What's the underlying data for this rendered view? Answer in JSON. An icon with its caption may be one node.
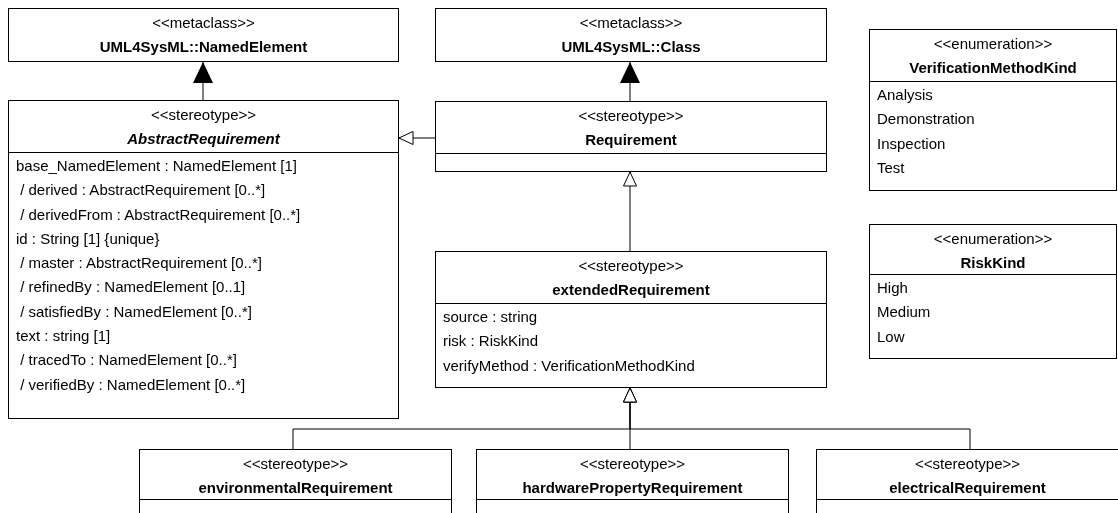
{
  "diagram": {
    "nodes": [
      {
        "text": [
          "<<metaclass>>",
          "UML4SysML::NamedElement"
        ]
      },
      {
        "text": [
          "<<metaclass>>",
          "UML4SysML::Class"
        ]
      },
      {
        "text": [
          "<<stereotype>>",
          "AbstractRequirement",
          "base_NamedElement : NamedElement [1]",
          " / derived : AbstractRequirement [0..*]",
          " / derivedFrom : AbstractRequirement [0..*]",
          "id : String [1] {unique}",
          " / master : AbstractRequirement [0..*]",
          " / refinedBy : NamedElement [0..1]",
          " / satisfiedBy : NamedElement [0..*]",
          "text : string [1]",
          " / tracedTo : NamedElement [0..*]",
          " / verifiedBy : NamedElement [0..*]"
        ]
      },
      {
        "text": [
          "<<stereotype>>",
          "Requirement"
        ]
      },
      {
        "text": [
          "<<enumeration>>",
          "VerificationMethodKind",
          "Analysis",
          "Demonstration",
          "Inspection",
          "Test"
        ]
      },
      {
        "text": [
          "<<enumeration>>",
          "RiskKind",
          "High",
          "Medium",
          "Low"
        ]
      },
      {
        "text": [
          "<<stereotype>>",
          "extendedRequirement",
          "source : string",
          "risk : RiskKind",
          "verifyMethod : VerificationMethodKind"
        ]
      },
      {
        "text": [
          "<<stereotype>>",
          "environmentalRequirement"
        ]
      },
      {
        "text": [
          "<<stereotype>>",
          "hardwarePropertyRequirement"
        ]
      },
      {
        "text": [
          "<<stereotype>>",
          "electricalRequirement"
        ]
      }
    ],
    "edges": [
      {
        "from": 2,
        "to": 0,
        "arrow": "to"
      },
      {
        "from": 3,
        "to": 1,
        "arrow": "to"
      },
      {
        "from": 3,
        "to": 2,
        "arrow": "to"
      },
      {
        "from": 6,
        "to": 3,
        "arrow": "to"
      },
      {
        "from": 7,
        "to": 6,
        "arrow": "to"
      },
      {
        "from": 8,
        "to": 6,
        "arrow": "to"
      },
      {
        "from": 9,
        "to": 6,
        "arrow": "to"
      }
    ]
  }
}
